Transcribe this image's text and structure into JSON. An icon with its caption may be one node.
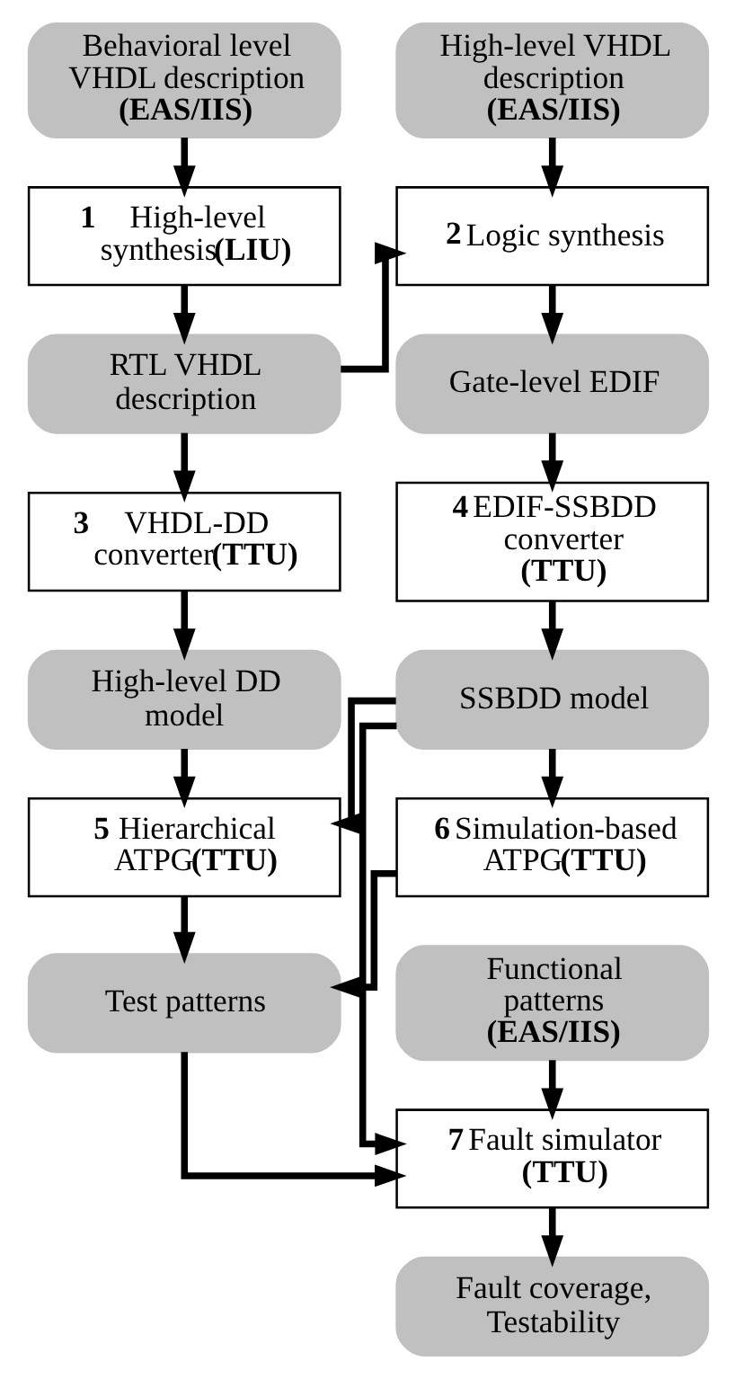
{
  "diagram": {
    "nodes": [
      {
        "text": [
          "Behavioral level VHDL description **(EAS/IIS)**"
        ]
      },
      {
        "text": [
          "High-level VHDL description **(EAS/IIS)**"
        ]
      },
      {
        "text": [
          "1",
          "High-level synthesis**(LIU)**"
        ]
      },
      {
        "text": [
          "2",
          "Logic synthesis"
        ]
      },
      {
        "text": [
          "RTL VHDL description"
        ]
      },
      {
        "text": [
          "Gate-level EDIF"
        ]
      },
      {
        "text": [
          "3",
          "VHDL-DD converter**(TTU)**"
        ]
      },
      {
        "text": [
          "4",
          "EDIF-SSBDD converter **(TTU)**"
        ]
      },
      {
        "text": [
          "High-level DD model"
        ]
      },
      {
        "text": [
          "SSBDD model"
        ]
      },
      {
        "text": [
          "5",
          "Hierarchical ATPG**(TTU)**"
        ]
      },
      {
        "text": [
          "6",
          "Simulation-based ATPG**(TTU)**"
        ]
      },
      {
        "text": [
          "Test patterns"
        ]
      },
      {
        "text": [
          "Functional patterns **(EAS/IIS)**"
        ]
      },
      {
        "text": [
          "7",
          "Fault simulator **(TTU)**"
        ]
      },
      {
        "text": [
          "Fault coverage, Testability"
        ]
      }
    ],
    "edges": [
      {
        "from": 0,
        "to": 2,
        "arrow": "to"
      },
      {
        "from": 1,
        "to": 3,
        "arrow": "to"
      },
      {
        "from": 2,
        "to": 4,
        "arrow": "to"
      },
      {
        "from": 4,
        "to": 3,
        "arrow": "to"
      },
      {
        "from": 3,
        "to": 5,
        "arrow": "to"
      },
      {
        "from": 4,
        "to": 6,
        "arrow": "to"
      },
      {
        "from": 5,
        "to": 7,
        "arrow": "to"
      },
      {
        "from": 6,
        "to": 8,
        "arrow": "to"
      },
      {
        "from": 7,
        "to": 9,
        "arrow": "to"
      },
      {
        "from": 8,
        "to": 10,
        "arrow": "to"
      },
      {
        "from": 9,
        "to": 10,
        "arrow": "to"
      },
      {
        "from": 9,
        "to": 11,
        "arrow": "to"
      },
      {
        "from": 9,
        "to": 14,
        "arrow": "to"
      },
      {
        "from": 10,
        "to": 12,
        "arrow": "to"
      },
      {
        "from": 11,
        "to": 12,
        "arrow": "to"
      },
      {
        "from": 12,
        "to": 14,
        "arrow": "to"
      },
      {
        "from": 13,
        "to": 14,
        "arrow": "to"
      },
      {
        "from": 14,
        "to": 15,
        "arrow": "to"
      }
    ]
  }
}
